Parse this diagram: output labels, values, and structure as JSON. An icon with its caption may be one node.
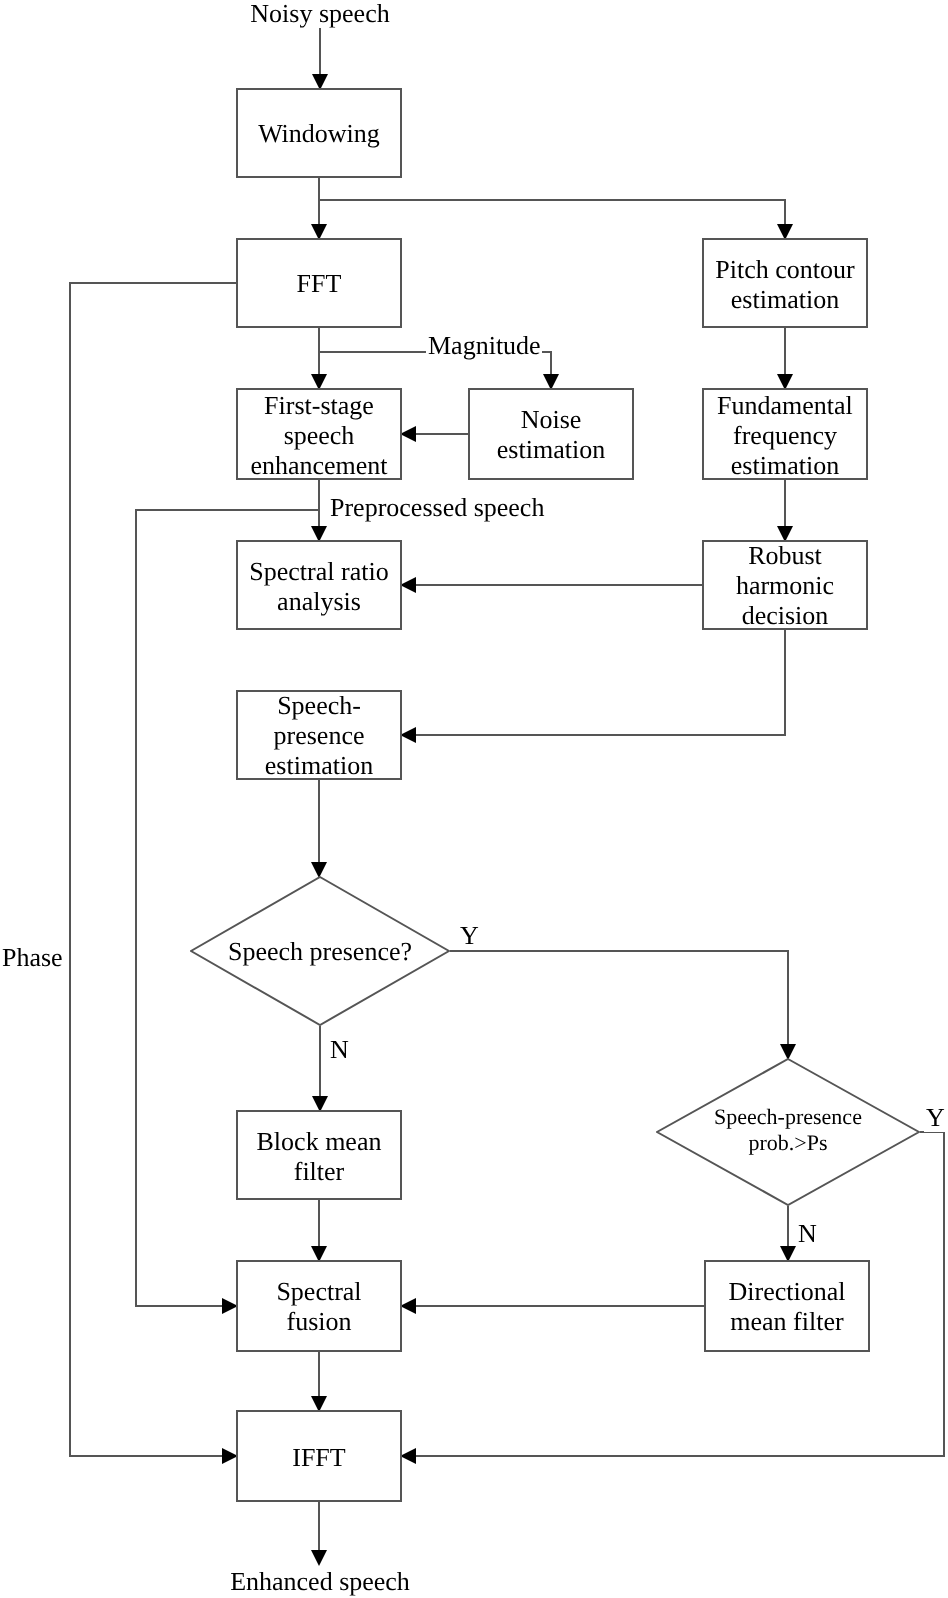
{
  "diagram": {
    "nodes": [
      {
        "text": [
          "Noisy speech"
        ]
      },
      {
        "text": [
          "Windowing"
        ]
      },
      {
        "text": [
          "FFT"
        ]
      },
      {
        "text": [
          "Pitch contour estimation"
        ]
      },
      {
        "text": [
          "First-stage speech enhancement"
        ]
      },
      {
        "text": [
          "Noise estimation"
        ]
      },
      {
        "text": [
          "Fundamental frequency estimation"
        ]
      },
      {
        "text": [
          "Spectral ratio analysis"
        ]
      },
      {
        "text": [
          "Robust harmonic decision"
        ]
      },
      {
        "text": [
          "Speech-presence estimation"
        ]
      },
      {
        "text": [
          "Speech presence?"
        ]
      },
      {
        "text": [
          "Block mean filter"
        ]
      },
      {
        "text": [
          "Speech-presence prob.>Ps"
        ]
      },
      {
        "text": [
          "Spectral fusion"
        ]
      },
      {
        "text": [
          "Directional mean filter"
        ]
      },
      {
        "text": [
          "IFFT"
        ]
      },
      {
        "text": [
          "Enhanced speech"
        ]
      }
    ],
    "edges": [
      {
        "from": 0,
        "to": 1,
        "arrow": "to"
      },
      {
        "from": 1,
        "to": 2,
        "arrow": "to"
      },
      {
        "from": 1,
        "to": 3,
        "arrow": "to"
      },
      {
        "from": 2,
        "to": 4,
        "arrow": "to"
      },
      {
        "from": 2,
        "to": 5,
        "arrow": "to",
        "label": "Magnitude"
      },
      {
        "from": 5,
        "to": 4,
        "arrow": "to"
      },
      {
        "from": 3,
        "to": 6,
        "arrow": "to"
      },
      {
        "from": 6,
        "to": 8,
        "arrow": "to"
      },
      {
        "from": 4,
        "to": 7,
        "arrow": "to",
        "label": "Preprocessed speech"
      },
      {
        "from": 4,
        "to": 13,
        "arrow": "to"
      },
      {
        "from": 8,
        "to": 7,
        "arrow": "to"
      },
      {
        "from": 8,
        "to": 9,
        "arrow": "to"
      },
      {
        "from": 9,
        "to": 10,
        "arrow": "to"
      },
      {
        "from": 10,
        "to": 11,
        "arrow": "to",
        "label": "N"
      },
      {
        "from": 10,
        "to": 12,
        "arrow": "to",
        "label": "Y"
      },
      {
        "from": 11,
        "to": 13,
        "arrow": "to"
      },
      {
        "from": 12,
        "to": 14,
        "arrow": "to",
        "label": "N"
      },
      {
        "from": 14,
        "to": 13,
        "arrow": "to"
      },
      {
        "from": 12,
        "to": 15,
        "arrow": "to",
        "label": "Y"
      },
      {
        "from": 2,
        "to": 15,
        "arrow": "to",
        "label": "Phase"
      },
      {
        "from": 13,
        "to": 15,
        "arrow": "to"
      },
      {
        "from": 15,
        "to": 16,
        "arrow": "to"
      }
    ]
  }
}
